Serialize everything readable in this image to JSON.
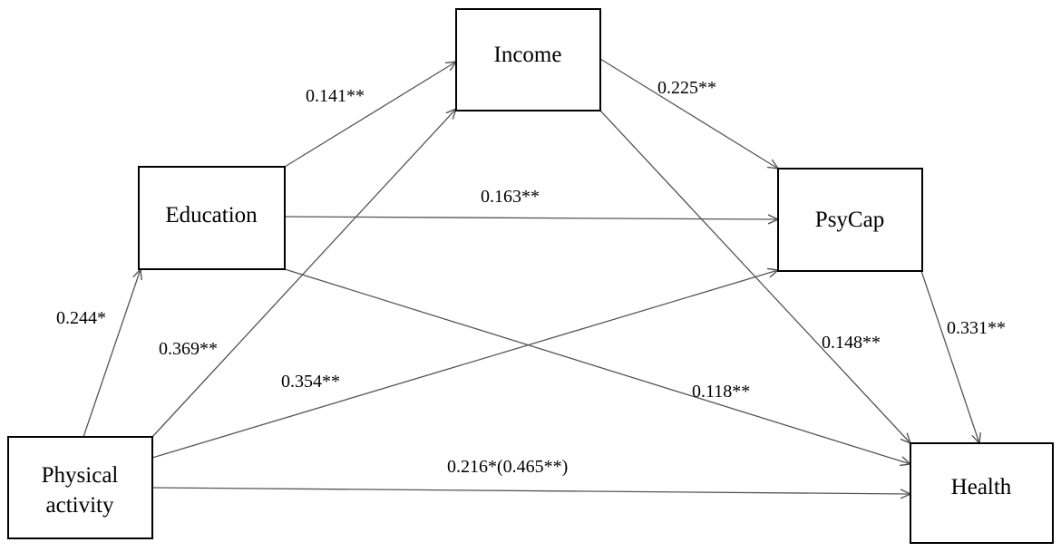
{
  "colors": {
    "box_stroke": "#000000",
    "arrow": "#555555",
    "text": "#000000"
  },
  "nodes": {
    "income": {
      "label": "Income"
    },
    "education": {
      "label": "Education"
    },
    "psycap": {
      "label": "PsyCap"
    },
    "physical": {
      "label_line1": "Physical",
      "label_line2": "activity"
    },
    "health": {
      "label": "Health"
    }
  },
  "edges": {
    "edu_income": "0.141**",
    "income_psycap": "0.225**",
    "edu_psycap": "0.163**",
    "pa_edu": "0.244*",
    "pa_income": "0.369**",
    "pa_psycap": "0.354**",
    "income_health": "0.148**",
    "psycap_health": "0.331**",
    "edu_health": "0.118**",
    "pa_health": "0.216*(0.465**)"
  }
}
